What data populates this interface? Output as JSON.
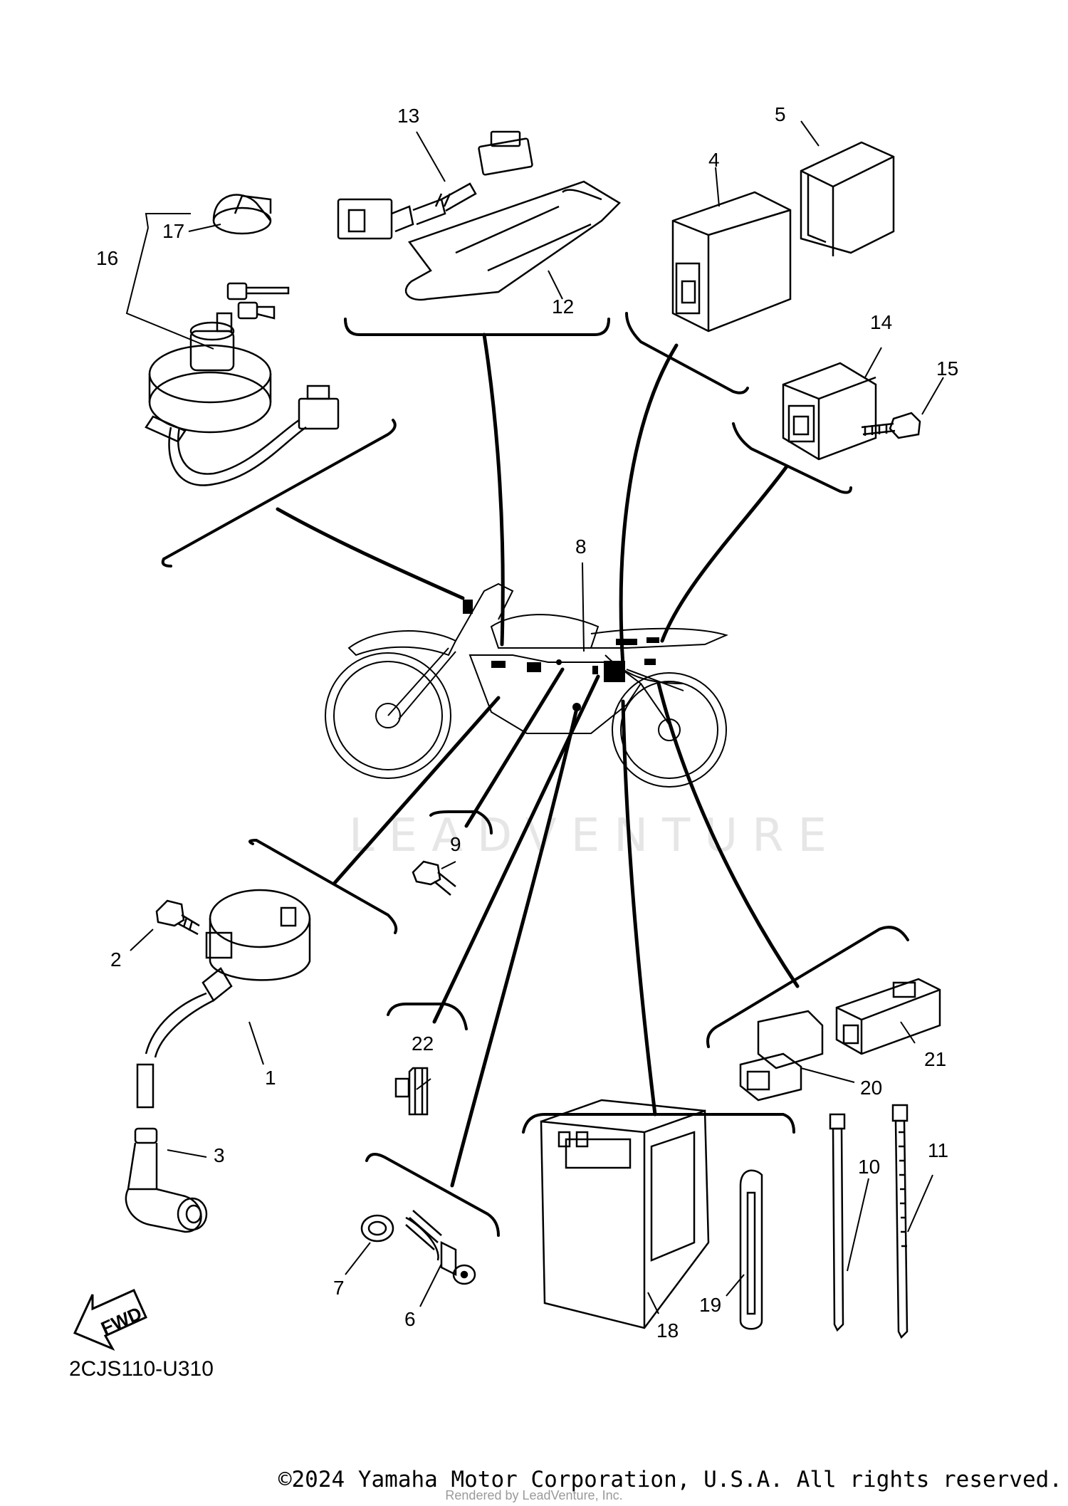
{
  "diagram": {
    "code": "2CJS110-U310",
    "fwd_label": "FWD",
    "watermark": "LEADVENTURE",
    "callouts": [
      "1",
      "2",
      "3",
      "4",
      "5",
      "6",
      "7",
      "8",
      "9",
      "10",
      "11",
      "12",
      "13",
      "14",
      "15",
      "16",
      "17",
      "18",
      "19",
      "20",
      "21",
      "22"
    ]
  },
  "footer": {
    "copyright": "©2024 Yamaha Motor Corporation, U.S.A. All rights reserved.",
    "rendered_by": "Rendered by LeadVenture, Inc."
  }
}
